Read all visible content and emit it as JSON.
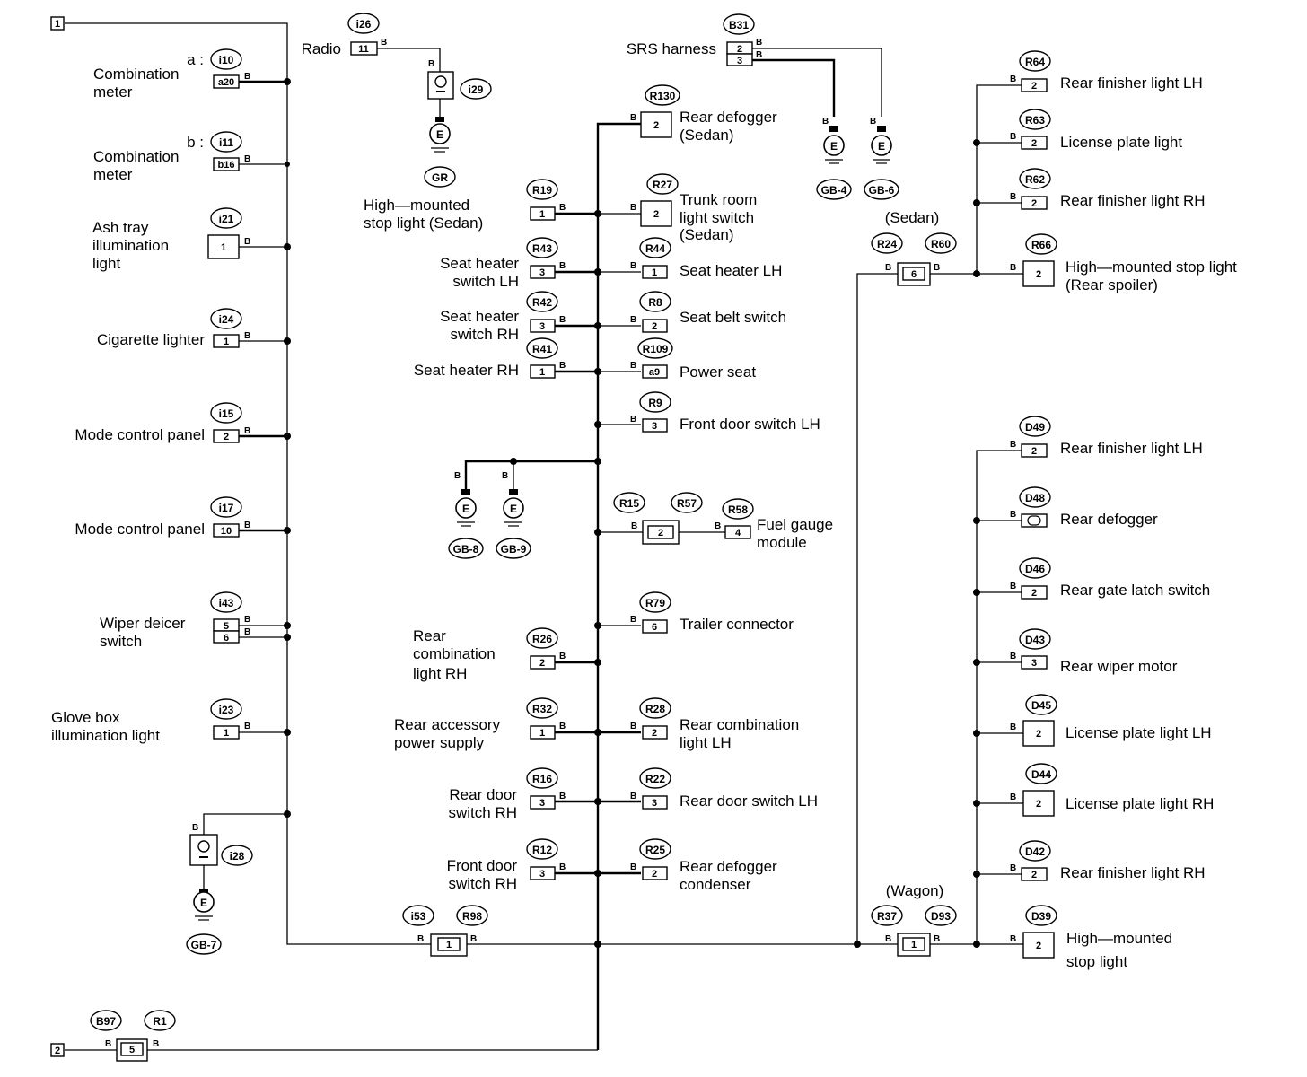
{
  "terminals": [
    {
      "id": "t1",
      "label": "1"
    },
    {
      "id": "t2",
      "label": "2"
    }
  ],
  "wire_color": "B",
  "ground_symbol": "E",
  "components": [
    {
      "id": "c_i10",
      "connector": "i10",
      "prefix": "a :",
      "pin": "a20",
      "label": [
        "Combination",
        "meter"
      ]
    },
    {
      "id": "c_i11",
      "connector": "i11",
      "prefix": "b :",
      "pin": "b16",
      "label": [
        "Combination",
        "meter"
      ]
    },
    {
      "id": "c_i21",
      "connector": "i21",
      "pin": "1",
      "label": [
        "Ash tray",
        "illumination",
        "light"
      ]
    },
    {
      "id": "c_i24",
      "connector": "i24",
      "pin": "1",
      "label": [
        "Cigarette lighter"
      ]
    },
    {
      "id": "c_i15",
      "connector": "i15",
      "pin": "2",
      "label": [
        "Mode control panel"
      ]
    },
    {
      "id": "c_i17",
      "connector": "i17",
      "pin": "10",
      "label": [
        "Mode control panel"
      ]
    },
    {
      "id": "c_i43",
      "connector": "i43",
      "pins": [
        "5",
        "6"
      ],
      "label": [
        "Wiper deicer",
        "switch"
      ]
    },
    {
      "id": "c_i23",
      "connector": "i23",
      "pin": "1",
      "label": [
        "Glove box",
        "illumination light"
      ]
    },
    {
      "id": "c_i28",
      "connector": "i28",
      "ground": "GB-7"
    },
    {
      "id": "c_i53",
      "connector": "i53",
      "pin": "1"
    },
    {
      "id": "c_R98",
      "connector": "R98"
    },
    {
      "id": "c_B97",
      "connector": "B97",
      "pin": "5"
    },
    {
      "id": "c_R1",
      "connector": "R1"
    },
    {
      "id": "c_i26",
      "connector": "i26",
      "pin": "11",
      "label": [
        "Radio"
      ]
    },
    {
      "id": "c_i29",
      "connector": "i29",
      "ground": "GR",
      "label": [
        "High—mounted",
        "stop light (Sedan)"
      ]
    },
    {
      "id": "c_R19",
      "connector": "R19",
      "pin": "1"
    },
    {
      "id": "c_R43",
      "connector": "R43",
      "pin": "3",
      "label": [
        "Seat heater",
        "switch LH"
      ]
    },
    {
      "id": "c_R42",
      "connector": "R42",
      "pin": "3",
      "label": [
        "Seat heater",
        "switch RH"
      ]
    },
    {
      "id": "c_R41",
      "connector": "R41",
      "pin": "1",
      "label": [
        "Seat heater RH"
      ]
    },
    {
      "id": "c_gb8",
      "ground": "GB-8"
    },
    {
      "id": "c_gb9",
      "ground": "GB-9"
    },
    {
      "id": "c_R26",
      "connector": "R26",
      "pin": "2",
      "label": [
        "Rear",
        "combination",
        "light RH"
      ]
    },
    {
      "id": "c_R32",
      "connector": "R32",
      "pin": "1",
      "label": [
        "Rear accessory",
        "power supply"
      ]
    },
    {
      "id": "c_R16",
      "connector": "R16",
      "pin": "3",
      "label": [
        "Rear door",
        "switch RH"
      ]
    },
    {
      "id": "c_R12",
      "connector": "R12",
      "pin": "3",
      "label": [
        "Front door",
        "switch RH"
      ]
    },
    {
      "id": "c_R130",
      "connector": "R130",
      "pin": "2",
      "label": [
        "Rear defogger",
        "(Sedan)"
      ]
    },
    {
      "id": "c_R27",
      "connector": "R27",
      "pin": "2",
      "label": [
        "Trunk room",
        "light switch",
        "(Sedan)"
      ]
    },
    {
      "id": "c_R44",
      "connector": "R44",
      "pin": "1",
      "label": [
        "Seat heater LH"
      ]
    },
    {
      "id": "c_R8",
      "connector": "R8",
      "pin": "2",
      "label": [
        "Seat belt switch"
      ]
    },
    {
      "id": "c_R109",
      "connector": "R109",
      "pin": "a9",
      "label": [
        "Power seat"
      ]
    },
    {
      "id": "c_R9",
      "connector": "R9",
      "pin": "3",
      "label": [
        "Front door switch LH"
      ]
    },
    {
      "id": "c_R15",
      "connector": "R15",
      "pin": "2"
    },
    {
      "id": "c_R57",
      "connector": "R57"
    },
    {
      "id": "c_R58",
      "connector": "R58",
      "pin": "4",
      "label": [
        "Fuel gauge",
        "module"
      ]
    },
    {
      "id": "c_R79",
      "connector": "R79",
      "pin": "6",
      "label": [
        "Trailer connector"
      ]
    },
    {
      "id": "c_R28",
      "connector": "R28",
      "pin": "2",
      "label": [
        "Rear combination",
        "light LH"
      ]
    },
    {
      "id": "c_R22",
      "connector": "R22",
      "pin": "3",
      "label": [
        "Rear door switch LH"
      ]
    },
    {
      "id": "c_R25",
      "connector": "R25",
      "pin": "2",
      "label": [
        "Rear defogger",
        "condenser"
      ]
    },
    {
      "id": "c_B31",
      "connector": "B31",
      "pins": [
        "2",
        "3"
      ],
      "label": [
        "SRS harness"
      ]
    },
    {
      "id": "c_gb4",
      "ground": "GB-4"
    },
    {
      "id": "c_gb6",
      "ground": "GB-6"
    },
    {
      "id": "c_R24",
      "connector": "R24",
      "pin": "6",
      "note": "(Sedan)"
    },
    {
      "id": "c_R60",
      "connector": "R60"
    },
    {
      "id": "c_R37",
      "connector": "R37",
      "pin": "1",
      "note": "(Wagon)"
    },
    {
      "id": "c_D93",
      "connector": "D93"
    },
    {
      "id": "c_R64",
      "connector": "R64",
      "pin": "2",
      "label": [
        "Rear finisher light LH"
      ]
    },
    {
      "id": "c_R63",
      "connector": "R63",
      "pin": "2",
      "label": [
        "License plate light"
      ]
    },
    {
      "id": "c_R62",
      "connector": "R62",
      "pin": "2",
      "label": [
        "Rear finisher light RH"
      ]
    },
    {
      "id": "c_R66",
      "connector": "R66",
      "pin": "2",
      "label": [
        "High—mounted stop light",
        "(Rear spoiler)"
      ]
    },
    {
      "id": "c_D49",
      "connector": "D49",
      "pin": "2",
      "label": [
        "Rear finisher light LH"
      ]
    },
    {
      "id": "c_D48",
      "connector": "D48",
      "label": [
        "Rear defogger"
      ]
    },
    {
      "id": "c_D46",
      "connector": "D46",
      "pin": "2",
      "label": [
        "Rear gate latch switch"
      ]
    },
    {
      "id": "c_D43",
      "connector": "D43",
      "pin": "3",
      "label": [
        "Rear wiper motor"
      ]
    },
    {
      "id": "c_D45",
      "connector": "D45",
      "pin": "2",
      "label": [
        "License plate light LH"
      ]
    },
    {
      "id": "c_D44",
      "connector": "D44",
      "pin": "2",
      "label": [
        "License plate light RH"
      ]
    },
    {
      "id": "c_D42",
      "connector": "D42",
      "pin": "2",
      "label": [
        "Rear finisher light RH"
      ]
    },
    {
      "id": "c_D39",
      "connector": "D39",
      "pin": "2",
      "label": [
        "High—mounted",
        "stop light"
      ]
    }
  ]
}
